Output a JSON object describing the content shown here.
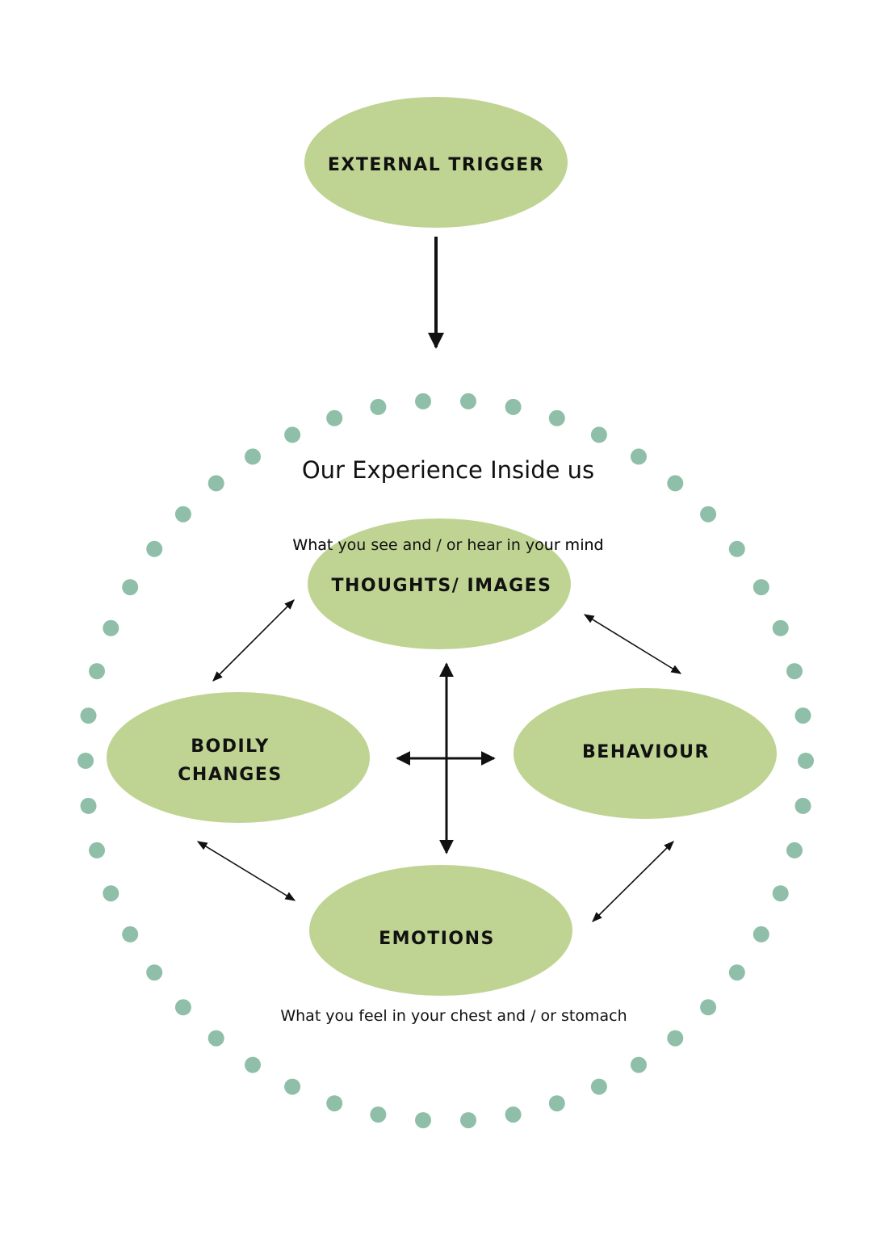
{
  "title": "Our Experience Inside us",
  "nodes": {
    "external_trigger": "EXTERNAL TRIGGER",
    "thoughts_images": "THOUGHTS/ IMAGES",
    "bodily_changes_line1": "BODILY",
    "bodily_changes_line2": "CHANGES",
    "behaviour": "BEHAVIOUR",
    "emotions": "EMOTIONS"
  },
  "captions": {
    "thoughts": "What you see and / or hear in your mind",
    "emotions": "What you feel in your chest and / or stomach"
  },
  "colors": {
    "node_fill": "#bfd493",
    "dot_color": "#8fbfa8",
    "arrow_color": "#111111"
  }
}
